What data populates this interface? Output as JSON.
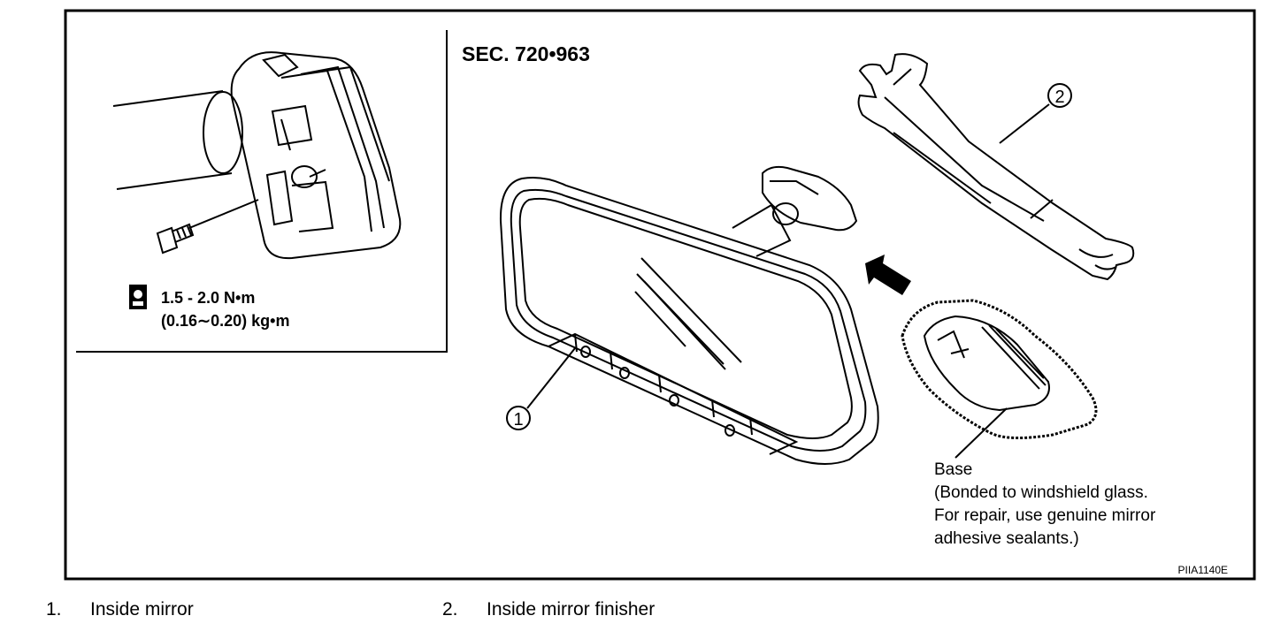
{
  "section_label": "SEC. 720•963",
  "torque": {
    "line1": "1.5 - 2.0 N•m",
    "line2": "(0.16∼0.20) kg•m"
  },
  "callouts": {
    "one": "1",
    "two": "2"
  },
  "base_note": {
    "line1": "Base",
    "line2": "(Bonded to windshield glass.",
    "line3": "For repair, use genuine mirror",
    "line4": "adhesive sealants.)"
  },
  "figure_code": "PIIA1140E",
  "legend": [
    {
      "number": "1.",
      "label": "Inside mirror"
    },
    {
      "number": "2.",
      "label": "Inside mirror finisher"
    }
  ]
}
